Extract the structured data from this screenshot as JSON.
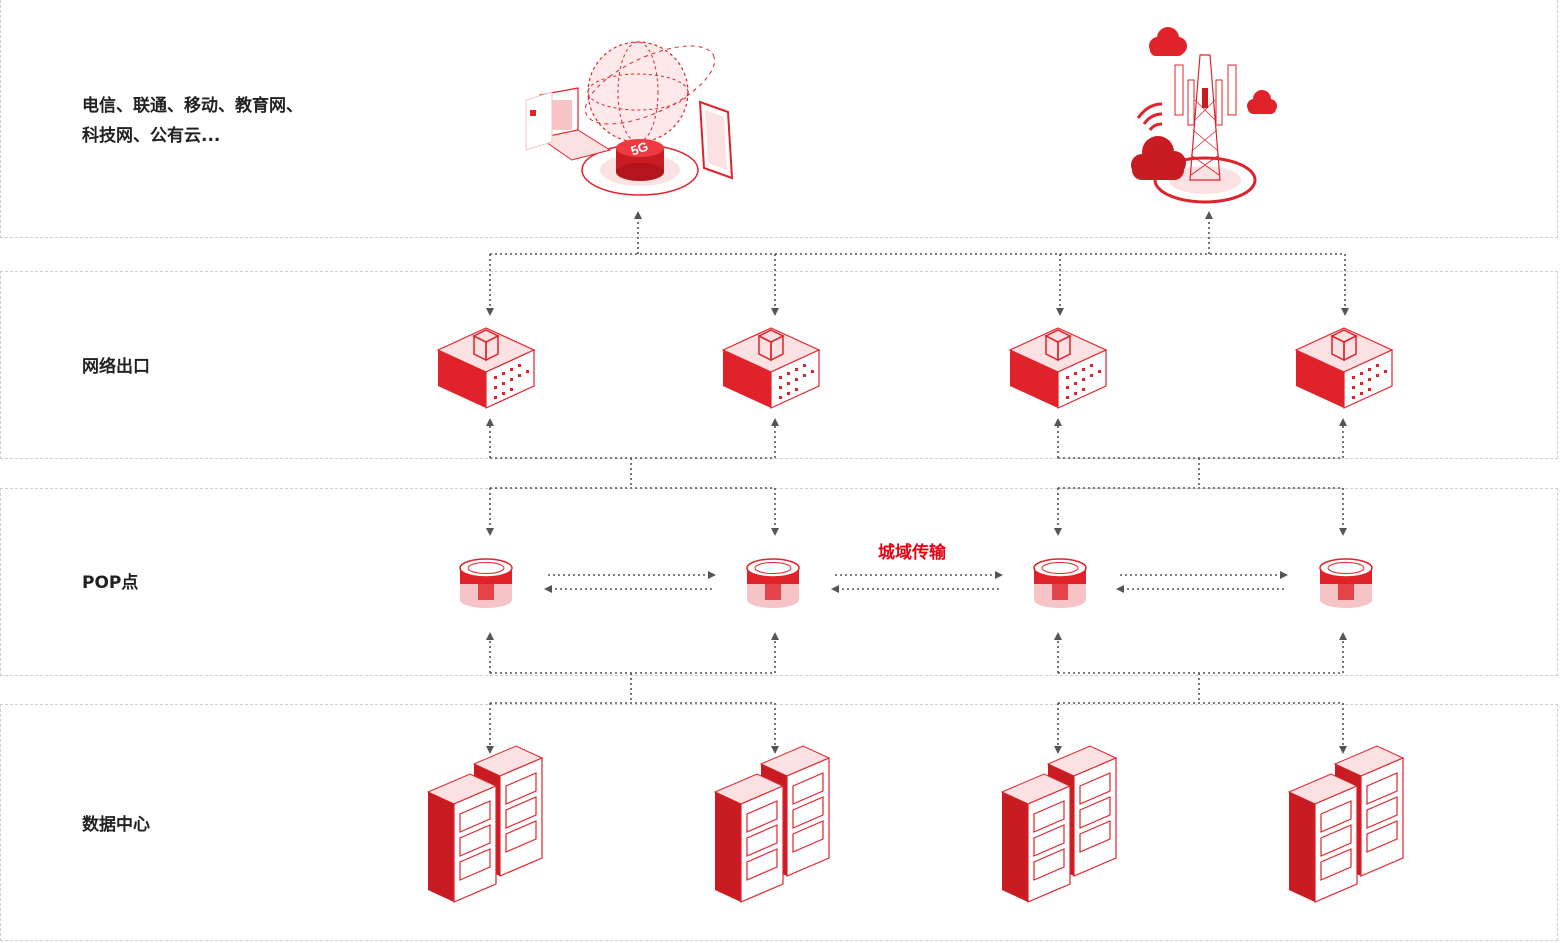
{
  "layers": {
    "carriers": {
      "line1": "电信、联通、移动、教育网、",
      "line2": "科技网、公有云..."
    },
    "egress": {
      "label": "网络出口"
    },
    "pop": {
      "label": "POP点"
    },
    "datacenter": {
      "label": "数据中心"
    }
  },
  "metro_link": {
    "label": "城域传输"
  },
  "icons": {
    "top_left": "5g-network-globe-icon",
    "top_right": "cell-tower-cloud-icon",
    "egress": "gateway-appliance-icon",
    "pop": "pop-node-disk-icon",
    "datacenter": "server-rack-icon"
  },
  "colors": {
    "accent": "#e0232b",
    "accent_dark": "#b3151c",
    "accent_light": "#f6c4c6",
    "line": "#555555",
    "border": "#cfcfcf"
  }
}
